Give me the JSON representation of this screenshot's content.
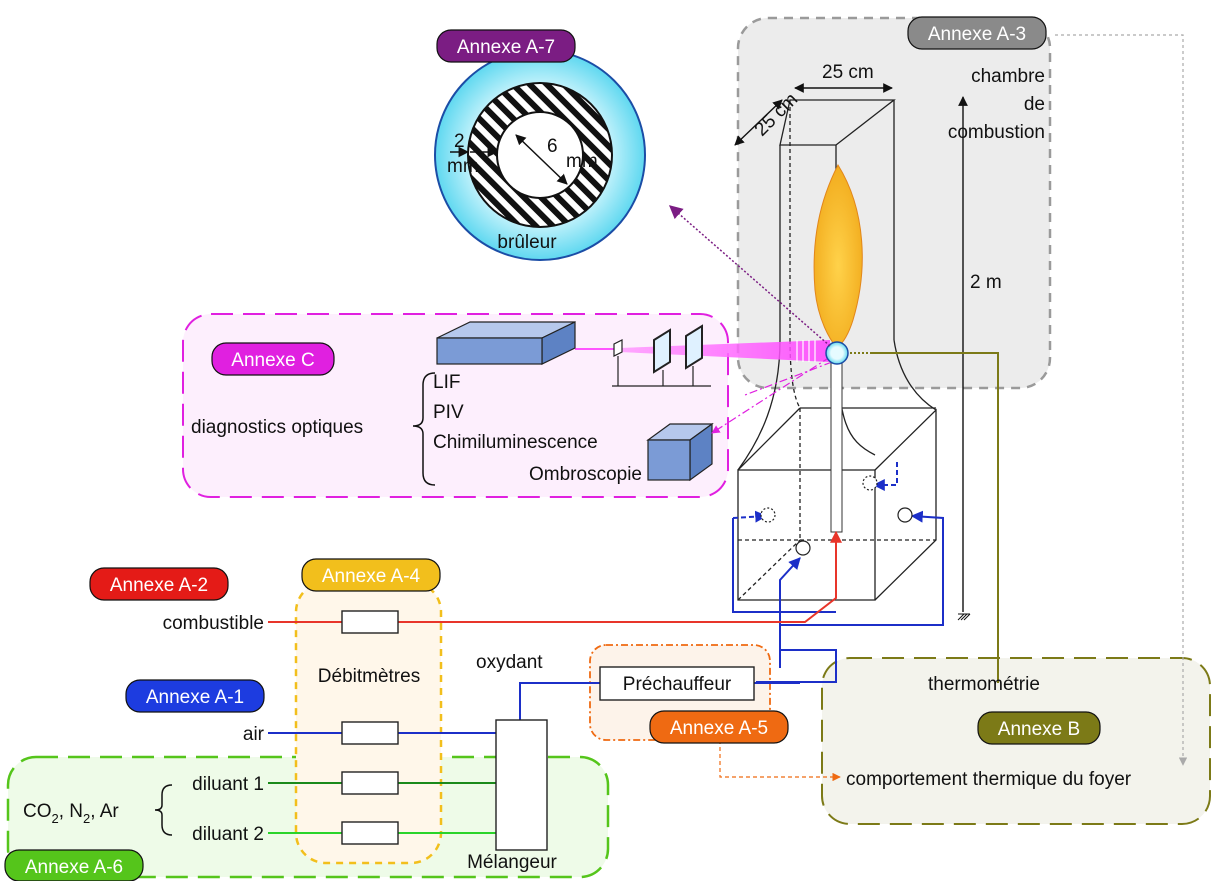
{
  "annexes": {
    "a7": "Annexe A-7",
    "a3": "Annexe A-3",
    "c": "Annexe C",
    "a2": "Annexe A-2",
    "a4": "Annexe A-4",
    "a1": "Annexe A-1",
    "a5": "Annexe A-5",
    "a6": "Annexe A-6",
    "b": "Annexe B"
  },
  "burner": {
    "dim_2": "2",
    "dim_mm_left": "mm",
    "dim_6": "6",
    "dim_mm_right": "mm",
    "label": "brûleur"
  },
  "chamber": {
    "depth": "25 cm",
    "width": "25 cm",
    "title_line1": "chambre",
    "title_line2": "de",
    "title_line3": "combustion",
    "height": "2 m"
  },
  "optics": {
    "title": "diagnostics optiques",
    "items": [
      "LIF",
      "PIV",
      "Chimiluminescence",
      "Ombroscopie"
    ]
  },
  "gases": {
    "fuel": "combustible",
    "air": "air",
    "diluant1": "diluant 1",
    "diluant2": "diluant 2",
    "diluent_species": [
      "CO",
      "2",
      ", N",
      "2",
      ", Ar"
    ],
    "oxidant": "oxydant"
  },
  "devices": {
    "flowmeters": "Débitmètres",
    "mixer": "Mélangeur",
    "preheater": "Préchauffeur"
  },
  "thermal": {
    "thermometry": "thermométrie",
    "behaviour": "comportement thermique du foyer"
  },
  "colors": {
    "a7": "#7b1d83",
    "a3": "#8a8a8a",
    "c": "#e020e0",
    "a2": "#e41b17",
    "a4": "#f2bf1c",
    "a1": "#1d3ce0",
    "a5": "#ef6a12",
    "a6": "#55c51b",
    "b": "#7c7a17",
    "air_line": "#1c2fc8",
    "fuel_line": "#e8352a",
    "diluant1_line": "#1a8a1a",
    "diluant2_line": "#2ad42a",
    "flame": "#f4b81f",
    "laser": "#ff66ff"
  }
}
